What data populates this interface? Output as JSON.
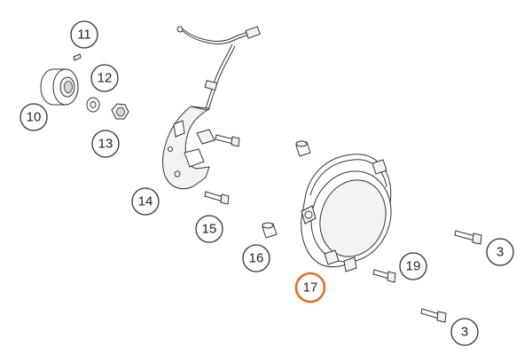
{
  "diagram": {
    "highlight_color": "#e0702a",
    "labels": {
      "p3a": "3",
      "p3b": "3",
      "p10": "10",
      "p11": "11",
      "p12": "12",
      "p13": "13",
      "p14": "14",
      "p15": "15",
      "p16": "16",
      "p17": "17",
      "p19": "19"
    },
    "highlighted_part": "17"
  }
}
